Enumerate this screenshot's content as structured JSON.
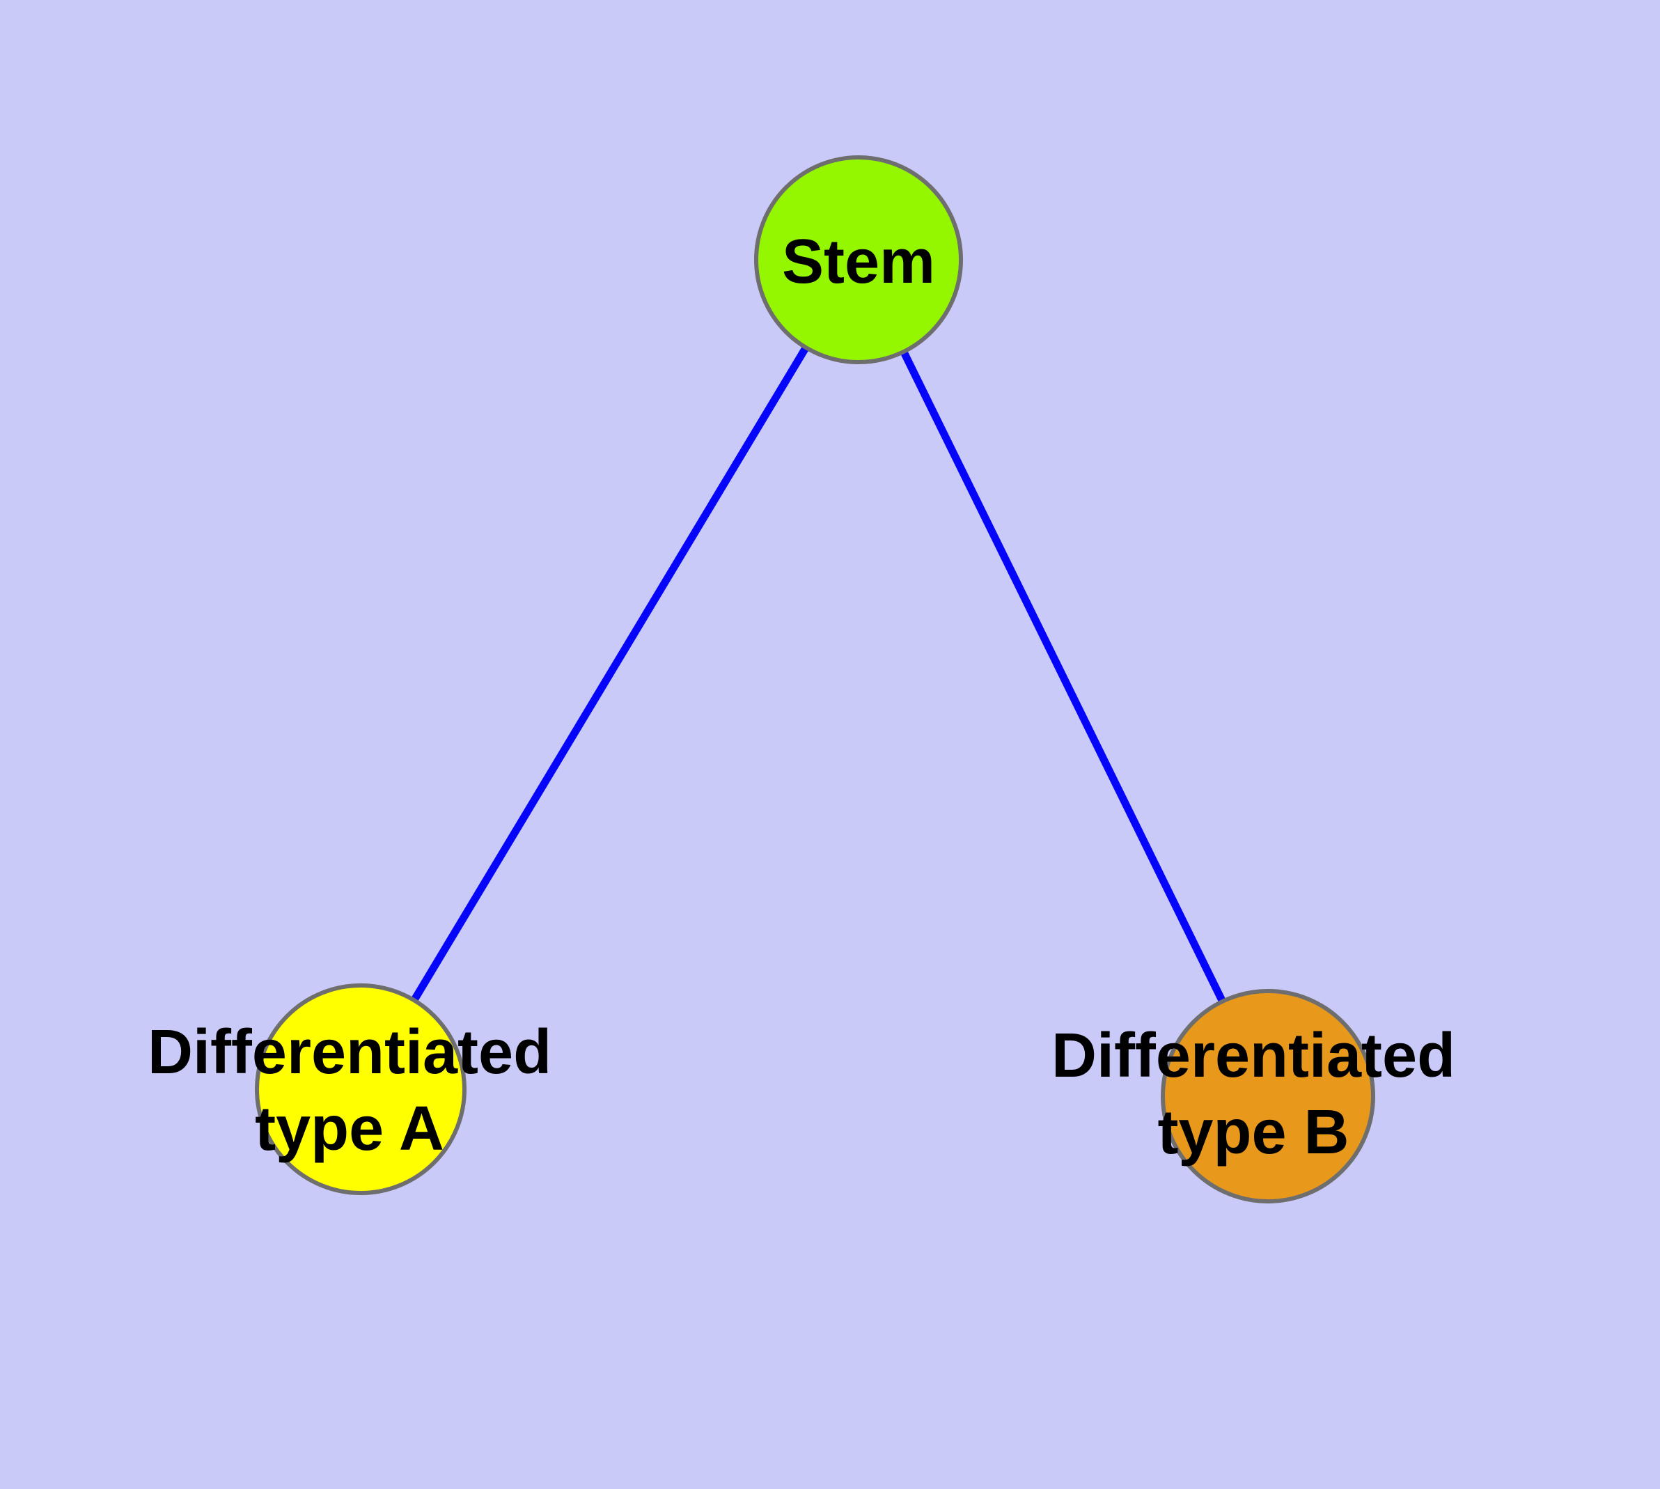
{
  "diagram": {
    "background_color": "#cacaf9",
    "edge_color": "#0505fa",
    "node_border_color": "#6e6e6e",
    "text_color": "#000000",
    "nodes": {
      "stem": {
        "label": "Stem",
        "fill": "#94f700"
      },
      "type_a": {
        "label_line1": "Differentiated",
        "label_line2": "type A",
        "fill": "#ffff00"
      },
      "type_b": {
        "label_line1": "Differentiated",
        "label_line2": "type B",
        "fill": "#e8991c"
      }
    },
    "edges": [
      {
        "from": "stem",
        "to": "type_a"
      },
      {
        "from": "stem",
        "to": "type_b"
      }
    ]
  }
}
